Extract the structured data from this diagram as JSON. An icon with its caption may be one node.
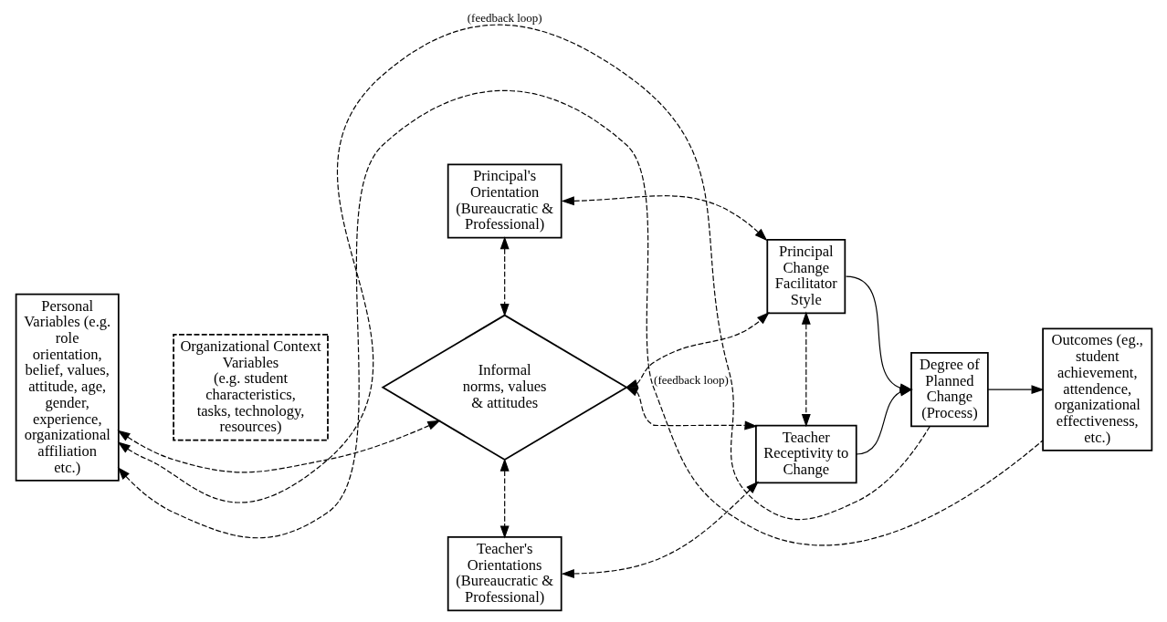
{
  "diagram": {
    "nodes": [
      {
        "text": [
          "Personal Variables (e.g. role orientation, belief, values, attitude, age, gender, experience, organizational affiliation etc.)"
        ]
      },
      {
        "text": [
          "Organizational Context Variables",
          "(e.g. student characteristics, tasks, technology, resources)"
        ]
      },
      {
        "text": [
          "Principal's Orientation (Bureaucratic & Professional)"
        ]
      },
      {
        "text": [
          "Informal norms, values & attitudes"
        ]
      },
      {
        "text": [
          "Teacher's Orientations (Bureaucratic & Professional)"
        ]
      },
      {
        "text": [
          "Principal Change Facilitator Style"
        ]
      },
      {
        "text": [
          "Teacher Receptivity to Change"
        ]
      },
      {
        "text": [
          "Degree of Planned Change (Process)"
        ]
      },
      {
        "text": [
          "Outcomes (eg., student achievement, attendence, organizational effectiveness, etc.)"
        ]
      }
    ],
    "edges": [
      {
        "from": 3,
        "to": 0,
        "arrow": "both",
        "style": "dashed"
      },
      {
        "from": 2,
        "to": 3,
        "arrow": "both",
        "style": "dashed"
      },
      {
        "from": 3,
        "to": 4,
        "arrow": "both",
        "style": "dashed"
      },
      {
        "from": 2,
        "to": 5,
        "arrow": "both",
        "style": "dashed"
      },
      {
        "from": 3,
        "to": 5,
        "arrow": "both",
        "style": "dashed"
      },
      {
        "from": 3,
        "to": 6,
        "arrow": "both",
        "style": "dashed"
      },
      {
        "from": 4,
        "to": 6,
        "arrow": "both",
        "style": "dashed"
      },
      {
        "from": 5,
        "to": 6,
        "arrow": "both",
        "style": "dashed"
      },
      {
        "from": 5,
        "to": 7,
        "arrow": "to"
      },
      {
        "from": 6,
        "to": 7,
        "arrow": "to"
      },
      {
        "from": 7,
        "to": 8,
        "arrow": "to"
      },
      {
        "from": 7,
        "to": 0,
        "arrow": "to",
        "style": "dashed",
        "label": "(feedback loop)"
      },
      {
        "from": 8,
        "to": 0,
        "arrow": "to",
        "style": "dashed",
        "label": "(feedback loop)"
      }
    ]
  }
}
